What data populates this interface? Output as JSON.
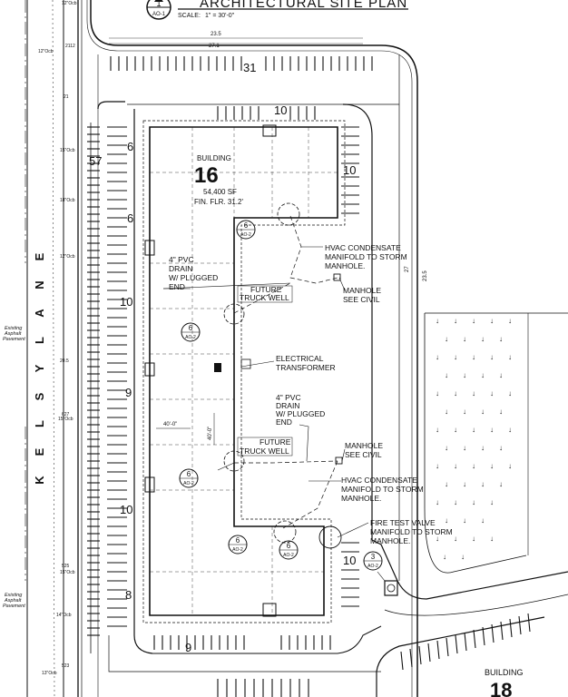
{
  "title_block": {
    "view_number": "1",
    "sheet_ref": "AO-1",
    "title": "ARCHITECTURAL SITE PLAN",
    "scale_label": "SCALE:",
    "scale_value": "1\" = 30'-0\""
  },
  "road": {
    "name_letters": [
      "K",
      "E",
      "L",
      "S",
      "Y",
      "L",
      "A",
      "N",
      "E"
    ],
    "existing_pavement_top": [
      "Existing",
      "Asphalt",
      "Pavement"
    ],
    "existing_pavement_bottom": [
      "Existing",
      "Asphalt",
      "Pavement"
    ]
  },
  "building": {
    "label": "BUILDING",
    "number": "16",
    "area": "54,400 SF",
    "finish_floor": "FIN. FLR. 31.2'"
  },
  "building_next": {
    "label": "BUILDING",
    "number": "18"
  },
  "parking_counts": {
    "top": "31",
    "top_bldg": "10",
    "right_upper": "10",
    "left_57": "57",
    "left_6a": "6",
    "left_6b": "6",
    "left_10": "10",
    "left_9": "9",
    "left_10b": "10",
    "left_8": "8",
    "bottom_9": "9",
    "bottom_right_10": "10"
  },
  "dimensions": {
    "d235": "23.5",
    "d271": "27.1",
    "d27": "27",
    "d235v": "23.5",
    "d40h": "40'-0\"",
    "d40v": "40'-0\""
  },
  "callouts": {
    "hvac_top": [
      "HVAC CONDENSATE",
      "MANIFOLD TO STORM",
      "MANHOLE."
    ],
    "manhole_top": [
      "MANHOLE",
      "SEE CIVIL"
    ],
    "pvc_top": [
      "4\" PVC",
      "DRAIN",
      "W/ PLUGGED",
      "END"
    ],
    "truck_well_top": [
      "FUTURE",
      "TRUCK WELL"
    ],
    "transformer": [
      "ELECTRICAL",
      "TRANSFORMER"
    ],
    "pvc_bottom": [
      "4\" PVC",
      "DRAIN",
      "W/ PLUGGED",
      "END"
    ],
    "truck_well_bottom": [
      "FUTURE",
      "TRUCK WELL"
    ],
    "manhole_bottom": [
      "MANHOLE",
      "SEE CIVIL"
    ],
    "hvac_bottom": [
      "HVAC CONDENSATE",
      "MANIFOLD TO STORM",
      "MANHOLE."
    ],
    "fire_test": [
      "FIRE TEST VALVE",
      "MANIFOLD TO STORM",
      "MANHOLE."
    ]
  },
  "detail_tags": [
    {
      "num": "6",
      "ref": "AO-2"
    },
    {
      "num": "6",
      "ref": "AO-2"
    },
    {
      "num": "6",
      "ref": "AO-2"
    },
    {
      "num": "6",
      "ref": "AO-2"
    },
    {
      "num": "6",
      "ref": "AO-2"
    },
    {
      "num": "3",
      "ref": "AO-2"
    }
  ],
  "elevations": [
    "12\"Ocb",
    "2112",
    "12\"Ocb",
    "21",
    "15\"Ocb",
    "18\"Ocb",
    "12\"Ocb",
    "20.5",
    "627",
    "15\"Ocb",
    "525",
    "15\"Ocb",
    "14\"Ocb",
    "523",
    "13\"Ocb"
  ],
  "tree_glyph": "↓"
}
